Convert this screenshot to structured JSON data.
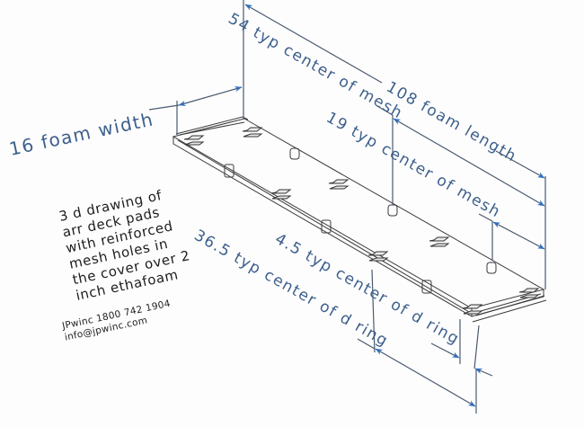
{
  "drawing": {
    "title_note_lines": [
      "3 d drawing of",
      "arr deck pads",
      "with reinforced",
      "mesh holes in",
      "the cover over 2",
      "inch ethafoam"
    ],
    "contact_lines": [
      "JPwinc 1800 742 1904",
      "info@jpwinc.com"
    ]
  },
  "dimensions": {
    "foam_width": "16 foam width",
    "mesh_center_54": "54 typ center of mesh",
    "foam_length": "108 foam length",
    "mesh_center_19": "19 typ center of mesh",
    "dring_center_4_5": "4.5 typ center of d ring",
    "dring_center_36_5": "36.5 typ center of d ring"
  },
  "colors": {
    "dimension_text": "#3d5f8c",
    "arrow": "#2f6fc0",
    "line": "#4a5a6e",
    "note_text": "#1e1e1e",
    "background": "#fdfdfd"
  }
}
